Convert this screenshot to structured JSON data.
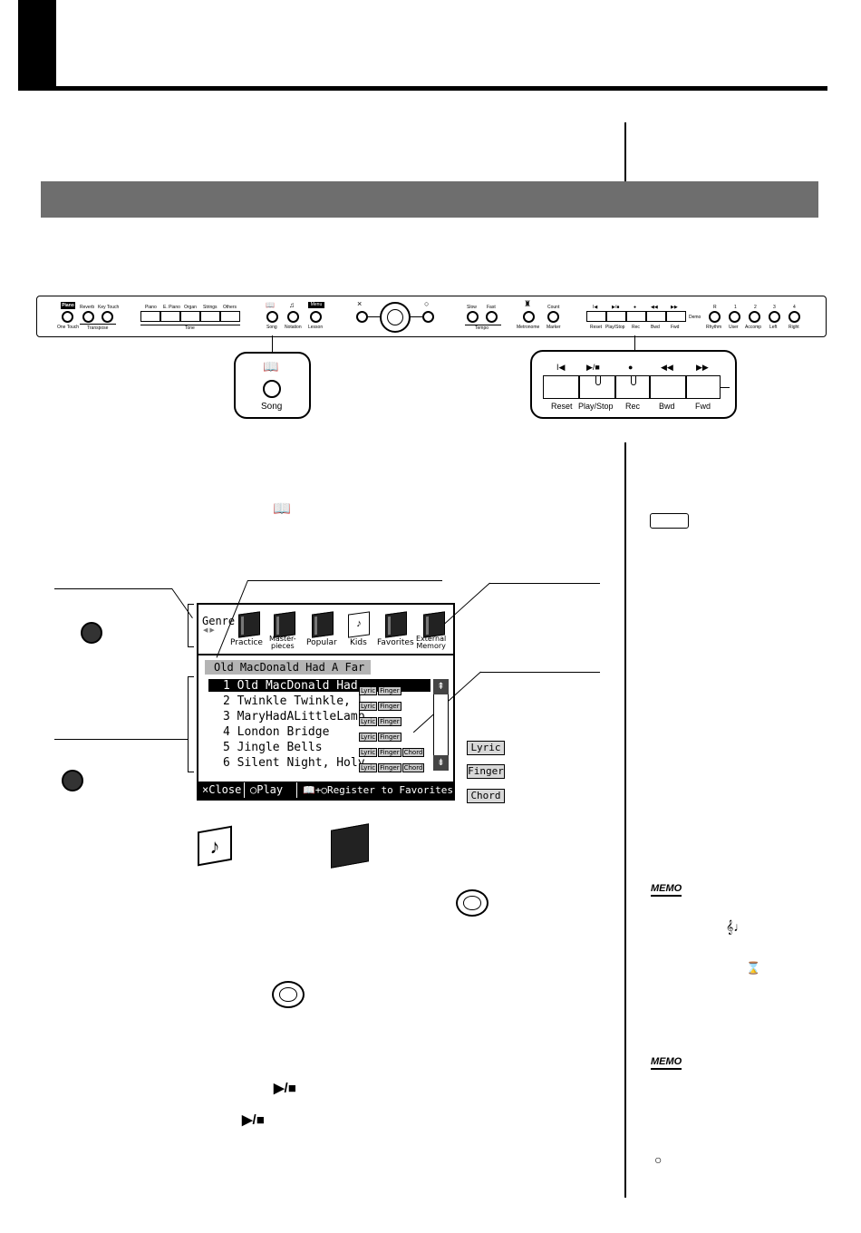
{
  "panel": {
    "piano_logo": "Piano",
    "one_touch": "One Touch",
    "reverb": "Reverb",
    "key_touch": "Key Touch",
    "transpose": "Transpose",
    "tone_buttons": [
      "Piano",
      "E. Piano",
      "Organ",
      "Strings",
      "Others"
    ],
    "tone": "Tone",
    "song": "Song",
    "notation": "Notation",
    "menu": "Menu",
    "lesson": "Lesson",
    "cancel_symbol": "×",
    "ok_symbol": "○",
    "slow": "Slow",
    "fast": "Fast",
    "tempo": "Tempo",
    "metronome": "Metronome",
    "count": "Count",
    "marker": "Marker",
    "transport_icons": [
      "I◀",
      "▶/■",
      "●",
      "◀◀",
      "▶▶"
    ],
    "transport_labels": [
      "Reset",
      "Play/Stop",
      "Rec",
      "Bwd",
      "Fwd"
    ],
    "demo": "Demo",
    "track_numbers": [
      "R",
      "1",
      "2",
      "3",
      "4"
    ],
    "track_labels": [
      "Rhythm",
      "User",
      "Accomp",
      "Left",
      "Right"
    ]
  },
  "callouts": {
    "song_label": "Song",
    "transport_icons": [
      "I◀",
      "▶/■",
      "●",
      "◀◀",
      "▶▶"
    ],
    "transport_labels": [
      "Reset",
      "Play/Stop",
      "Rec",
      "Bwd",
      "Fwd"
    ]
  },
  "screen": {
    "genre_label": "Genre",
    "genre_arrows": "◀ ▶",
    "categories": [
      {
        "label": "Practice"
      },
      {
        "label": "Master-\npieces"
      },
      {
        "label": "Popular"
      },
      {
        "label": "Kids"
      },
      {
        "label": "Favorites"
      },
      {
        "label": "External\nMemory"
      }
    ],
    "selected_title": "Old MacDonald Had A Far",
    "songs": [
      {
        "no": "1",
        "title": "Old MacDonald Had",
        "tags": [
          "Lyric",
          "Finger"
        ],
        "selected": true
      },
      {
        "no": "2",
        "title": "Twinkle Twinkle, L",
        "tags": [
          "Lyric",
          "Finger"
        ],
        "selected": false
      },
      {
        "no": "3",
        "title": "MaryHadALittleLamb",
        "tags": [
          "Lyric",
          "Finger"
        ],
        "selected": false
      },
      {
        "no": "4",
        "title": "London Bridge",
        "tags": [
          "Lyric",
          "Finger"
        ],
        "selected": false
      },
      {
        "no": "5",
        "title": "Jingle Bells",
        "tags": [
          "Lyric",
          "Finger",
          "Chord"
        ],
        "selected": false
      },
      {
        "no": "6",
        "title": "Silent Night, Holy",
        "tags": [
          "Lyric",
          "Finger",
          "Chord"
        ],
        "selected": false
      }
    ],
    "footer": {
      "close": "×Close",
      "play": "○Play",
      "register": "📖+○Register to Favorites"
    }
  },
  "legend_tags": [
    "Lyric",
    "Finger",
    "Chord"
  ],
  "body_symbols": {
    "play_stop_1": "▶/■",
    "play_stop_2": "▶/■",
    "ok_circle": "○",
    "hourglass": "⌛"
  },
  "memo_label": "MEMO"
}
